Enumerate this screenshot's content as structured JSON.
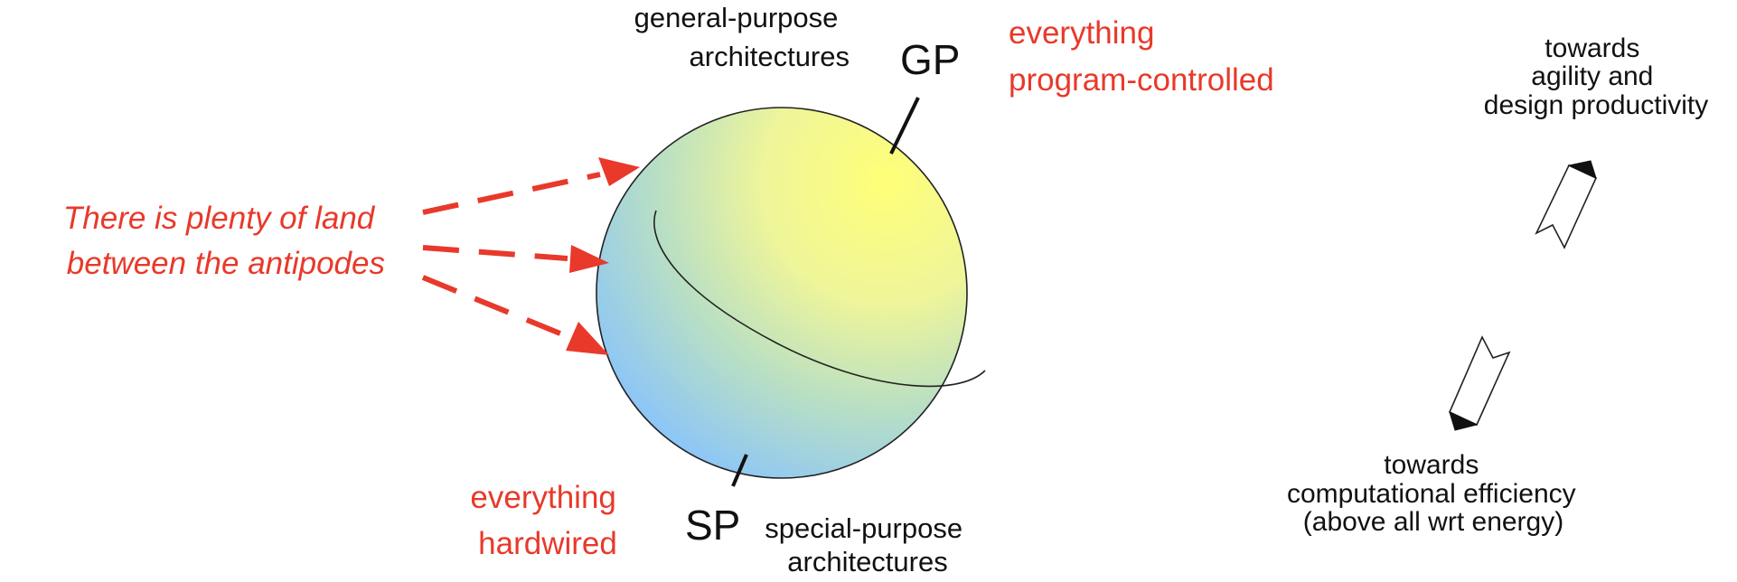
{
  "globe": {
    "top_label": [
      "general-purpose",
      "architectures"
    ],
    "top_pole": "GP",
    "top_note": [
      "everything",
      "program-controlled"
    ],
    "bottom_pole": "SP",
    "bottom_label": [
      "special-purpose",
      "architectures"
    ],
    "bottom_note": [
      "everything",
      "hardwired"
    ]
  },
  "claim": [
    "There is plenty of land",
    "between the antipodes"
  ],
  "directions": {
    "up": [
      "towards",
      "agility and",
      "design productivity"
    ],
    "down": [
      "towards",
      "computational efficiency",
      "(above all wrt energy)"
    ]
  },
  "colors": {
    "accent_red": "#e8392a",
    "sphere_top": "#ffff7a",
    "sphere_bottom": "#8cc4ff",
    "stroke": "#111111"
  }
}
